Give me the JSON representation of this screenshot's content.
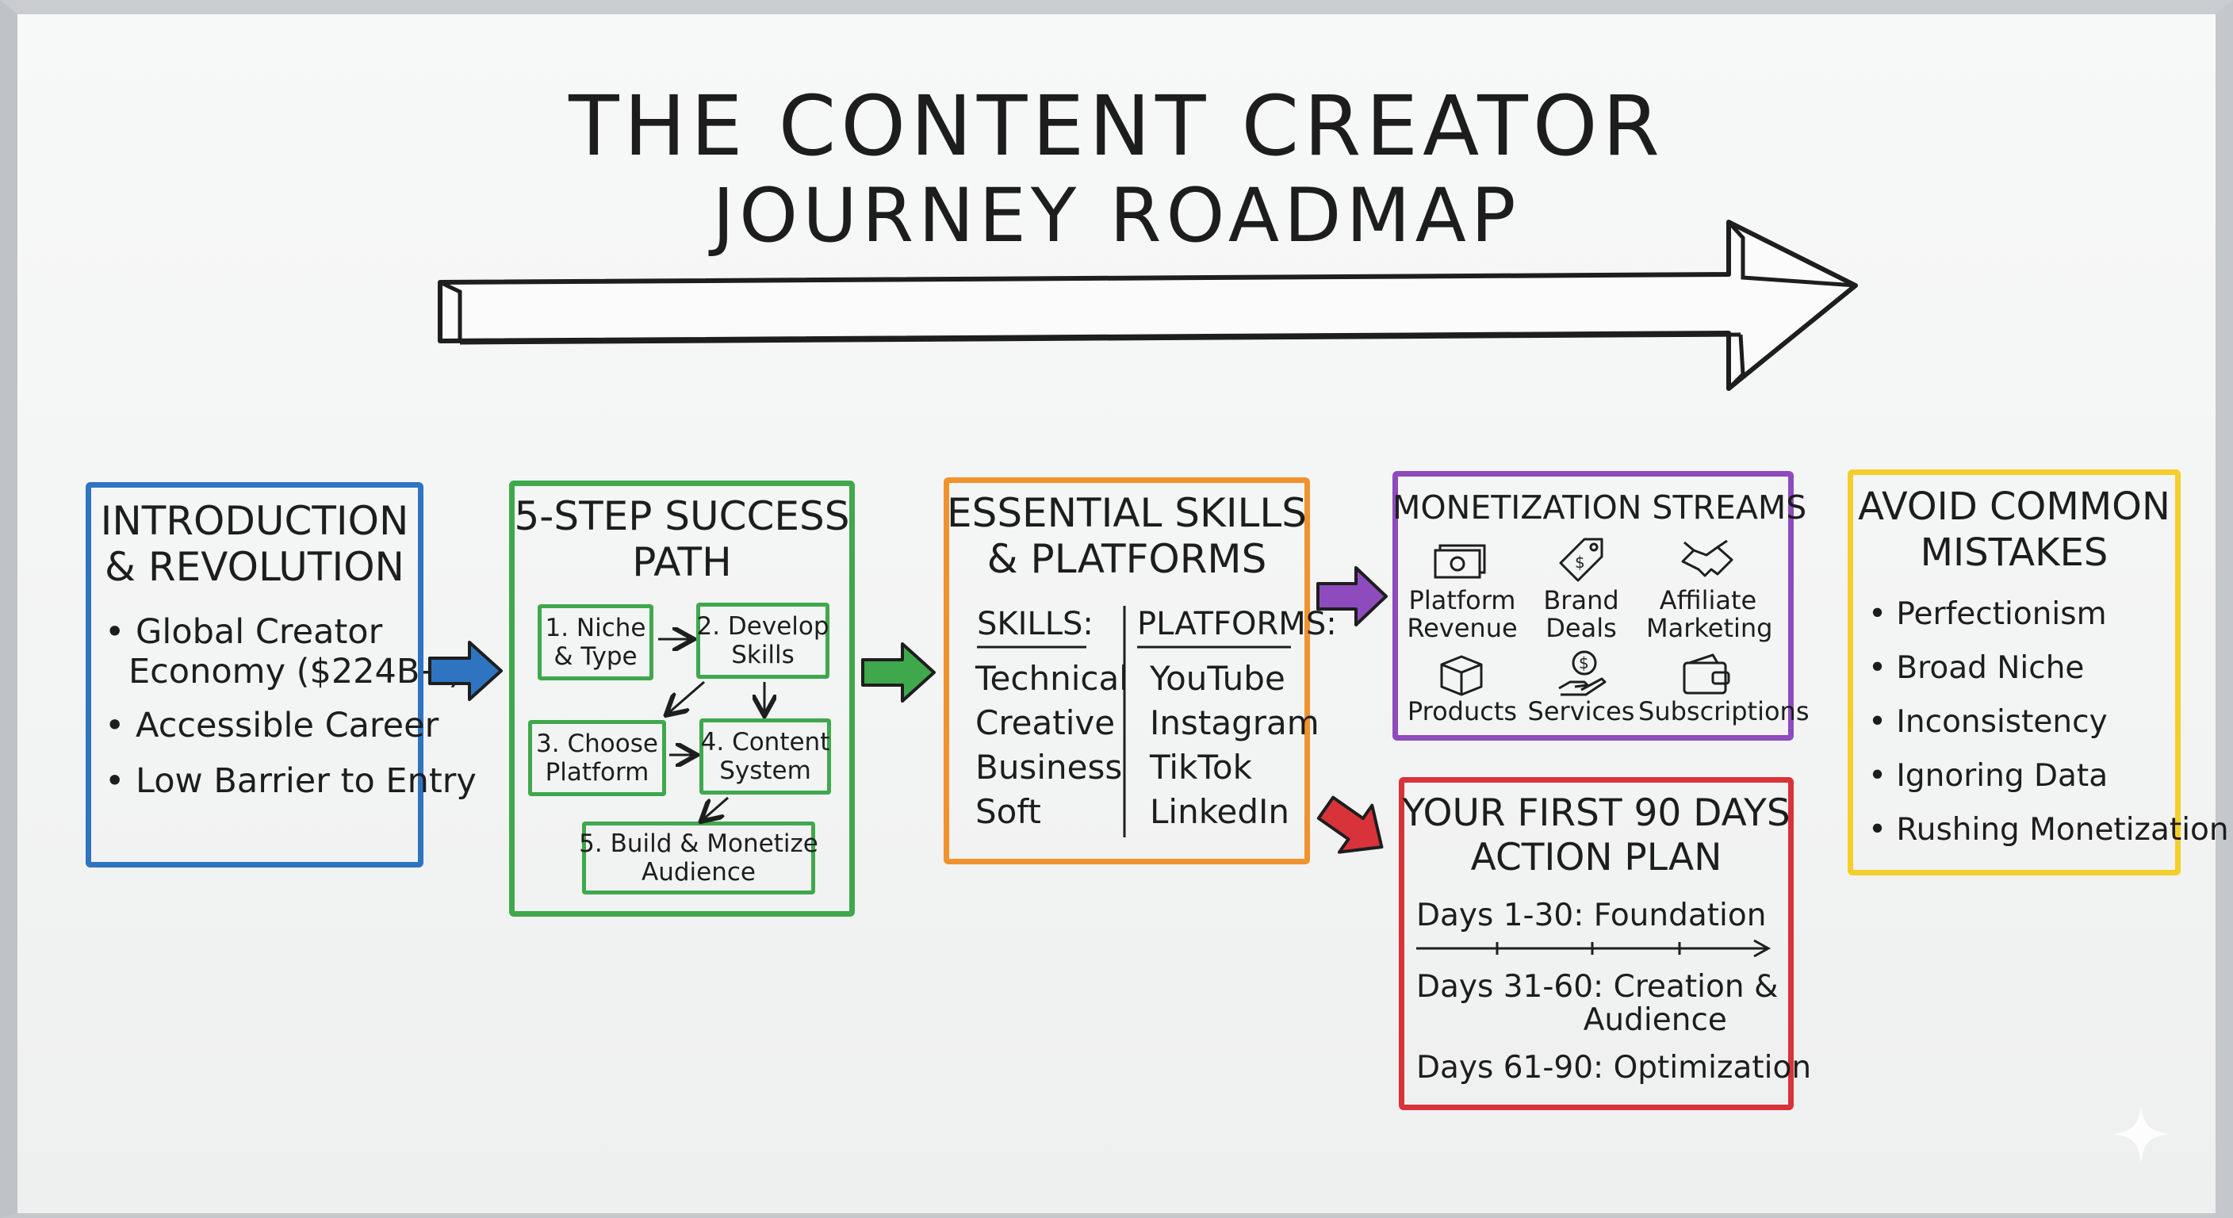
{
  "title": {
    "line1": "THE CONTENT CREATOR",
    "line2": "JOURNEY ROADMAP"
  },
  "colors": {
    "blue": "#2f74c0",
    "green": "#3fa84c",
    "orange": "#f0922e",
    "purple": "#8e4bbd",
    "yellow": "#f3cf2c",
    "red": "#d8333a"
  },
  "intro": {
    "heading": "INTRODUCTION\n& REVOLUTION",
    "bullets": [
      "Global Creator",
      "Economy ($224B+)",
      "Accessible Career",
      "Low Barrier to Entry"
    ]
  },
  "success_path": {
    "heading": "5-STEP SUCCESS\nPATH",
    "steps": [
      "1. Niche\n& Type",
      "2. Develop\nSkills",
      "3. Choose\nPlatform",
      "4. Content\nSystem",
      "5. Build & Monetize\nAudience"
    ]
  },
  "skills": {
    "heading": "ESSENTIAL SKILLS\n& PLATFORMS",
    "skills_header": "SKILLS:",
    "skills_list": [
      "Technical",
      "Creative",
      "Business",
      "Soft"
    ],
    "platforms_header": "PLATFORMS:",
    "platforms_list": [
      "YouTube",
      "Instagram",
      "TikTok",
      "LinkedIn"
    ]
  },
  "monetization": {
    "heading": "MONETIZATION STREAMS",
    "streams": [
      {
        "label": "Platform\nRevenue",
        "icon": "cash-icon"
      },
      {
        "label": "Brand\nDeals",
        "icon": "price-tag-icon"
      },
      {
        "label": "Affiliate\nMarketing",
        "icon": "handshake-icon"
      },
      {
        "label": "Products",
        "icon": "box-icon"
      },
      {
        "label": "Services",
        "icon": "hand-coin-icon"
      },
      {
        "label": "Subscriptions",
        "icon": "wallet-icon"
      }
    ]
  },
  "plan": {
    "heading": "YOUR FIRST 90 DAYS\nACTION PLAN",
    "phase1": "Days 1-30: Foundation",
    "phase2": "Days 31-60: Creation &\n                 Audience",
    "phase3": "Days 61-90: Optimization"
  },
  "mistakes": {
    "heading": "AVOID COMMON\nMISTAKES",
    "items": [
      "Perfectionism",
      "Broad Niche",
      "Inconsistency",
      "Ignoring Data",
      "Rushing Monetization"
    ]
  }
}
